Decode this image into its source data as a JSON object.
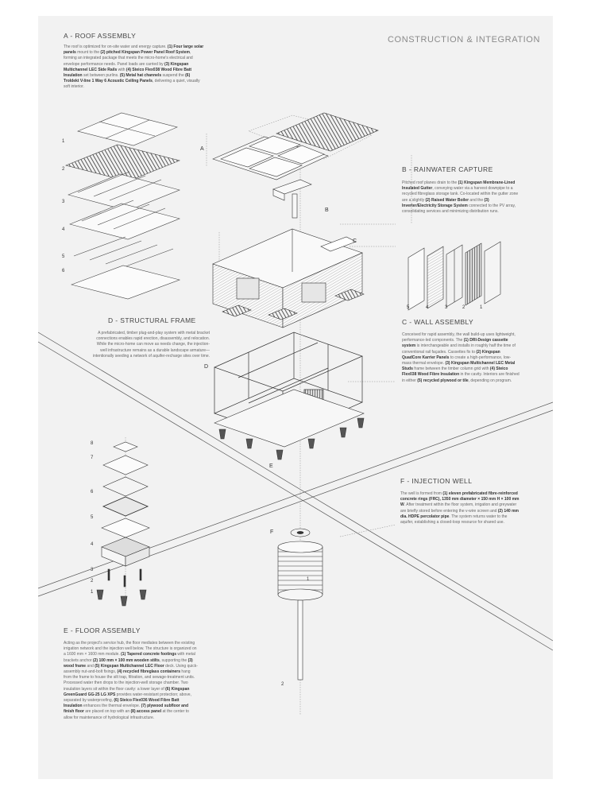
{
  "page": {
    "title": "CONSTRUCTION & INTEGRATION"
  },
  "sections": {
    "a": {
      "title": "A - ROOF ASSEMBLY",
      "body": [
        {
          "t": "The roof is optimized for on-site water and energy capture. "
        },
        {
          "t": "(1) Four large solar panels",
          "b": true
        },
        {
          "t": " mount to the "
        },
        {
          "t": "(2) pitched Kingspan Power Panel Roof System",
          "b": true
        },
        {
          "t": ", forming an integrated package that meets the micro-home's electrical and envelope performance needs. Panel loads are carried by "
        },
        {
          "t": "(3) Kingspan Multichannel LEC Side Rails",
          "b": true
        },
        {
          "t": " with "
        },
        {
          "t": "(4) Steico Flex038 Wood Fibre Batt Insulation",
          "b": true
        },
        {
          "t": " set between purlins. "
        },
        {
          "t": "(5) Metal hat channels",
          "b": true
        },
        {
          "t": " suspend the "
        },
        {
          "t": "(6) Troldekt V-line 1 Way 6 Acoustic Ceiling Panels",
          "b": true
        },
        {
          "t": ", delivering a quiet, visually soft interior."
        }
      ]
    },
    "b": {
      "title": "B - RAINWATER CAPTURE",
      "body": [
        {
          "t": "Pitched roof planes drain to the "
        },
        {
          "t": "(1) Kingspan Membrane-Lined Insulated Gutter",
          "b": true
        },
        {
          "t": ", conveying water via a harvest downpipe to a recycled fibreglass storage tank. Co-located within the gutter zone are a slightly "
        },
        {
          "t": "(2) Raised Water Boiler",
          "b": true
        },
        {
          "t": " and the "
        },
        {
          "t": "(3) Inverter/Electricity Storage System",
          "b": true
        },
        {
          "t": " connected to the PV array, consolidating services and minimizing distribution runs."
        }
      ]
    },
    "c": {
      "title": "C - WALL ASSEMBLY",
      "body": [
        {
          "t": "Conceived for rapid assembly, the wall build-up uses lightweight, performance-led components. The "
        },
        {
          "t": "(1) DRI-Design cassette system",
          "b": true
        },
        {
          "t": " is interchangeable and installs in roughly half the time of conventional rail façades. Cassettes fix to "
        },
        {
          "t": "(2) Kingspan QuadCore Karrier Panels",
          "b": true
        },
        {
          "t": " to create a high-performance, low-mass thermal envelope. "
        },
        {
          "t": "(3) Kingspan Multichannel LEC Metal Studs",
          "b": true
        },
        {
          "t": " frame between the timber column grid with "
        },
        {
          "t": "(4) Steico Flex038 Wood Fibre Insulation",
          "b": true
        },
        {
          "t": " in the cavity. Interiors are finished in either "
        },
        {
          "t": "(5) recycled plywood or tile",
          "b": true
        },
        {
          "t": ", depending on program."
        }
      ]
    },
    "d": {
      "title": "D - STRUCTURAL FRAME",
      "body": [
        {
          "t": "A prefabricated, timber plug-and-play system with metal bracket connections enables rapid erection, disassembly, and relocation. While the micro-home can move as needs change, the injection-well infrastructure remains as a durable landscape armature—intentionally seeding a network of aquifer-recharge sites over time."
        }
      ]
    },
    "e": {
      "title": "E - FLOOR ASSEMBLY",
      "body": [
        {
          "t": "Acting as the project's service hub, the floor mediates between the existing irrigation network and the injection well below. The structure is organized on a 1600 mm × 1600 mm module. "
        },
        {
          "t": "(1) Tapered concrete footings",
          "b": true
        },
        {
          "t": " with metal brackets anchor "
        },
        {
          "t": "(2) 100 mm × 100 mm wooden stilts",
          "b": true
        },
        {
          "t": ", supporting the "
        },
        {
          "t": "(3) wood frame",
          "b": true
        },
        {
          "t": " and "
        },
        {
          "t": "(5) Kingspan Multichannel LEC Floor",
          "b": true
        },
        {
          "t": " deck. Using quick-assembly nut-and-bolt fixings, "
        },
        {
          "t": "(4) recycled fibreglass containers",
          "b": true
        },
        {
          "t": " hang from the frame to house the silt trap, filtration, and sewage-treatment units. Processed water then drops to the injection-well storage chamber. Two insulation layers sit within the floor cavity: a lower layer of "
        },
        {
          "t": "(6) Kingspan GreenGuard GG-25 LG XPS",
          "b": true
        },
        {
          "t": " provides water-resistant protection; above, separated by waterproofing, "
        },
        {
          "t": "(6) Steico Flex036 Wood Fibre Batt Insulation",
          "b": true
        },
        {
          "t": " enhances the thermal envelope. "
        },
        {
          "t": "(7) plywood subfloor and finish floor",
          "b": true
        },
        {
          "t": " are placed on top with an "
        },
        {
          "t": "(8) access panel",
          "b": true
        },
        {
          "t": " at the center to allow for maintenance of hydrological infrastructure."
        }
      ]
    },
    "f": {
      "title": "F - INJECTION WELL",
      "body": [
        {
          "t": "The well is formed from "
        },
        {
          "t": "(1) eleven prefabricated fibre-reinforced concrete rings (FRC), 1350 mm diameter × 150 mm H × 100 mm W",
          "b": true
        },
        {
          "t": ". After treatment within the floor system, irrigation and greywater are briefly stored before entering the v-wire screen and "
        },
        {
          "t": "(2) 140 mm dia. HDPE percolator pipe",
          "b": true
        },
        {
          "t": ". The system returns water to the aquifer, establishing a closed-loop resource for shared use."
        }
      ]
    }
  },
  "labels": {
    "roof_numbers": [
      "1",
      "2",
      "3",
      "4",
      "5",
      "6"
    ],
    "wall_numbers": [
      "5",
      "4",
      "3",
      "2",
      "1"
    ],
    "floor_numbers": [
      "8",
      "7",
      "6",
      "5",
      "4",
      "3",
      "2",
      "1"
    ],
    "well_numbers": [
      "1",
      "2"
    ],
    "letters": {
      "a": "A",
      "b": "B",
      "c": "C",
      "d": "D",
      "e": "E",
      "f": "F"
    }
  }
}
